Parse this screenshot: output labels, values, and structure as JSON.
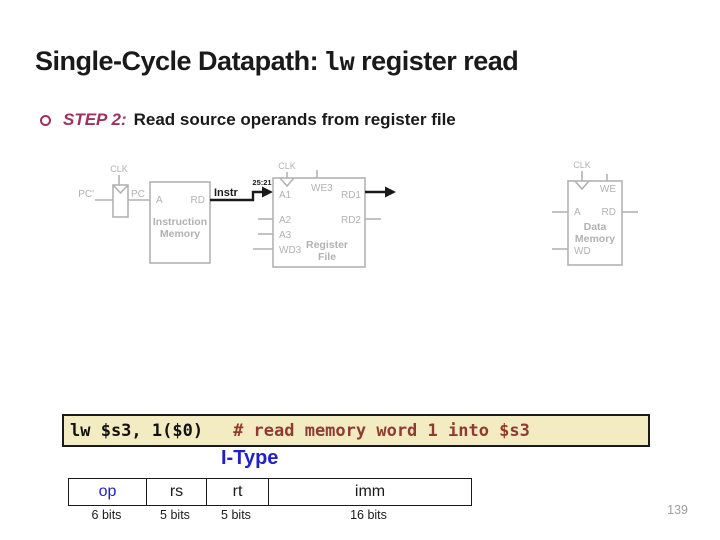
{
  "slide": {
    "title": {
      "prefix": "Single-Cycle Datapath: ",
      "code": "lw",
      "suffix": " register read"
    },
    "bullet": {
      "step_label": "STEP 2:",
      "text": "Read source operands from register file"
    },
    "page_number": "139"
  },
  "diagram": {
    "pc_register": {
      "clk": "CLK",
      "input_label": "PC'",
      "output_label": "PC"
    },
    "instruction_memory": {
      "port_a": "A",
      "port_rd": "RD",
      "name_line1": "Instruction",
      "name_line2": "Memory"
    },
    "instr_wire": {
      "label": "Instr",
      "bits": "25:21"
    },
    "register_file": {
      "clk": "CLK",
      "a1": "A1",
      "we3": "WE3",
      "rd1": "RD1",
      "a2": "A2",
      "rd2": "RD2",
      "a3": "A3",
      "wd3": "WD3",
      "name_line1": "Register",
      "name_line2": "File"
    },
    "data_memory": {
      "clk": "CLK",
      "we": "WE",
      "a": "A",
      "rd": "RD",
      "wd": "WD",
      "name_line1": "Data",
      "name_line2": "Memory"
    }
  },
  "code": {
    "instruction": "lw $s3, 1($0)",
    "comment": "# read memory word 1 into $s3"
  },
  "format": {
    "type_label": "I-Type",
    "fields": [
      {
        "name": "op",
        "bits": "6 bits"
      },
      {
        "name": "rs",
        "bits": "5 bits"
      },
      {
        "name": "rt",
        "bits": "5 bits"
      },
      {
        "name": "imm",
        "bits": "16 bits"
      }
    ]
  },
  "colors": {
    "accent-maroon": "#a03060",
    "code-bg": "#f3ecc3",
    "comment-red": "#8f3b32",
    "type-blue": "#2121cc",
    "diagram-gray": "#b2b2b2",
    "ink-black": "#1a1a1a",
    "page-gray": "#9e9e9e"
  }
}
